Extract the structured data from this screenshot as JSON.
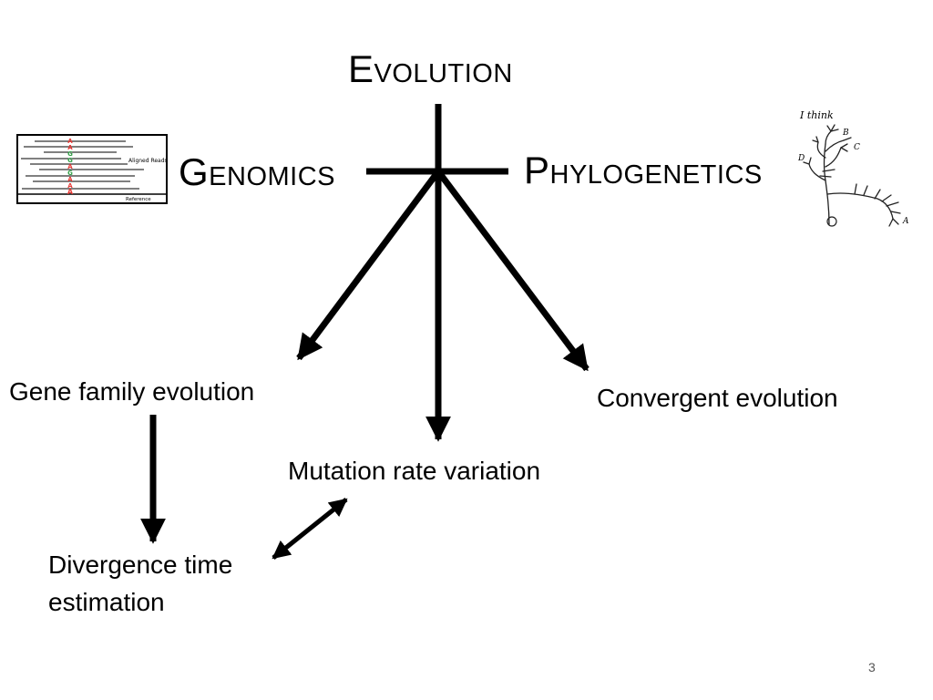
{
  "title": "Evolution",
  "left_heading": "Genomics",
  "right_heading": "Phylogenetics",
  "nodes": {
    "gene_family": "Gene family evolution",
    "convergent": "Convergent evolution",
    "mutation_rate": "Mutation rate variation",
    "divergence": "Divergence time estimation"
  },
  "reads_figure": {
    "bases": [
      "A",
      "A",
      "G",
      "G",
      "A",
      "G",
      "A",
      "A"
    ],
    "aligned_label": "Aligned Reads",
    "reference_label": "Reference",
    "colors": {
      "A": "#e53935",
      "G": "#2e9e44"
    }
  },
  "tree_sketch": {
    "caption": "I think",
    "labels": [
      "B",
      "C",
      "D",
      "A"
    ]
  },
  "page_number": "3"
}
